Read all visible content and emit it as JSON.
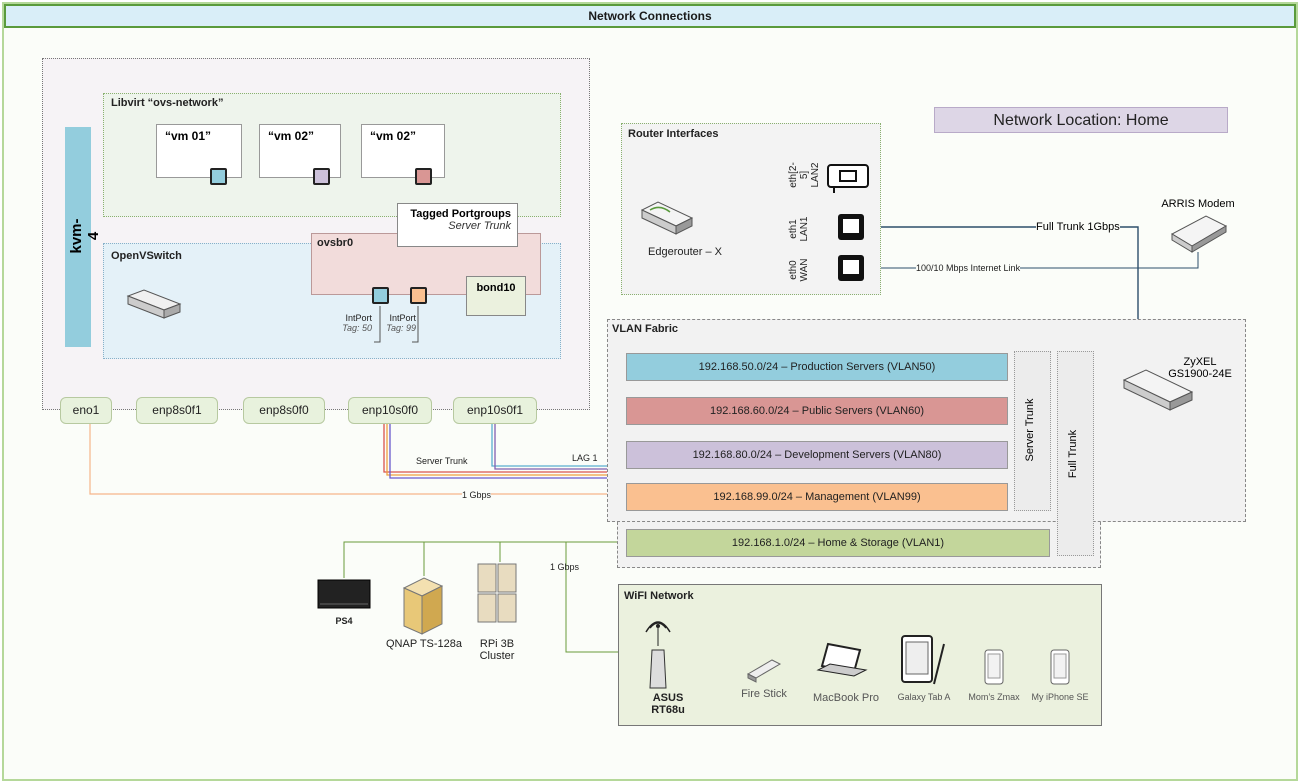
{
  "title": "Network Connections",
  "location": "Network Location: Home",
  "kvm": {
    "host": "kvm-4",
    "libvirt_label": "Libvirt “ovs-network”",
    "vms": [
      "“vm 01”",
      "“vm 02”",
      "“vm 02”"
    ],
    "openvswitch_label": "OpenVSwitch",
    "ovsbr0_label": "ovsbr0",
    "tagged_portgroups": "Tagged Portgroups",
    "server_trunk_italic": "Server Trunk",
    "bond10": "bond10",
    "intport1": {
      "name": "IntPort",
      "tag": "Tag: 50"
    },
    "intport2": {
      "name": "IntPort",
      "tag": "Tag: 99"
    },
    "nics": [
      "eno1",
      "enp8s0f1",
      "enp8s0f0",
      "enp10s0f0",
      "enp10s0f1"
    ]
  },
  "router": {
    "label": "Router Interfaces",
    "device": "Edgerouter – X",
    "ports": [
      {
        "iface": "eth[2-5]",
        "name": "LAN2"
      },
      {
        "iface": "eth1",
        "name": "LAN1"
      },
      {
        "iface": "eth0",
        "name": "WAN"
      }
    ]
  },
  "links": {
    "full_trunk": "Full Trunk 1Gbps",
    "internet": "100/10 Mbps Internet Link",
    "server_trunk": "Server Trunk",
    "lag": "LAG 1",
    "gbps1": "1 Gbps",
    "gbps2": "1 Gbps"
  },
  "modem": "ARRIS Modem",
  "switch": {
    "line1": "ZyXEL",
    "line2": "GS1900-24E"
  },
  "vlan_fabric": {
    "label": "VLAN Fabric",
    "vlans": [
      {
        "text": "192.168.50.0/24 – Production Servers (VLAN50)",
        "color": "#93cddd"
      },
      {
        "text": "192.168.60.0/24 – Public Servers (VLAN60)",
        "color": "#d99694"
      },
      {
        "text": "192.168.80.0/24 – Development Servers (VLAN80)",
        "color": "#ccc1da"
      },
      {
        "text": "192.168.99.0/24 – Management (VLAN99)",
        "color": "#fac090"
      }
    ],
    "home_vlan": {
      "text": "192.168.1.0/24 – Home & Storage (VLAN1)",
      "color": "#c3d69b"
    },
    "server_trunk": "Server Trunk",
    "full_trunk": "Full Trunk"
  },
  "storage_devices": {
    "ps4": "PS4",
    "qnap": "QNAP TS-128a",
    "rpi1": "RPi 3B",
    "rpi2": "Cluster"
  },
  "wifi": {
    "label": "WiFI Network",
    "router": "ASUS RT68u",
    "devices": [
      "Fire Stick",
      "MacBook Pro",
      "Galaxy Tab A",
      "Mom’s Zmax",
      "My iPhone SE"
    ]
  },
  "colors": {
    "vlan50": "#93cddd",
    "vlan60": "#d99694",
    "vlan80": "#ccc1da",
    "vlan99": "#fac090",
    "vlan1": "#c3d69b"
  }
}
